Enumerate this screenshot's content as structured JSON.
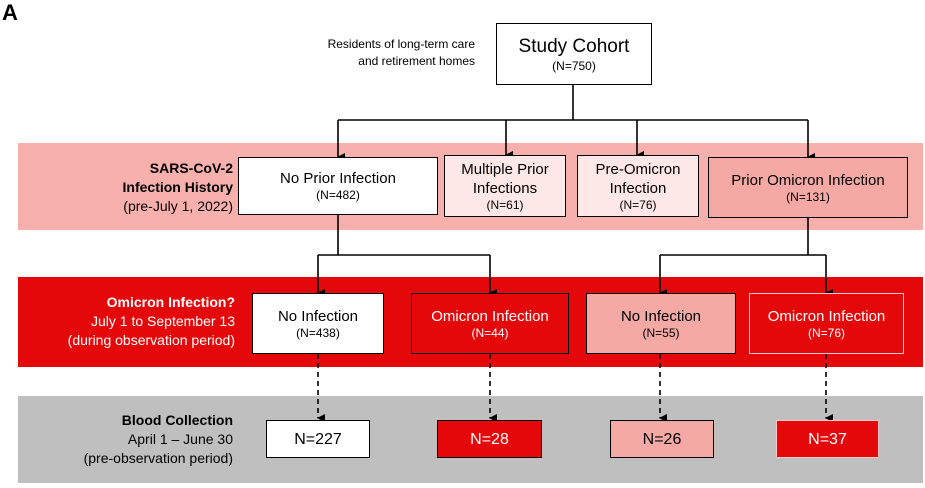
{
  "panel_label": "A",
  "cohort_note": [
    "Residents of long-term care",
    "and retirement homes"
  ],
  "cohort": {
    "title": "Study Cohort",
    "n": "(N=750)"
  },
  "rows": {
    "history": {
      "title_lines": [
        "SARS-CoV-2",
        "Infection History"
      ],
      "sub": "(pre-July 1, 2022)"
    },
    "omicron": {
      "title": "Omicron Infection?",
      "lines": [
        "July 1 to September 13",
        "(during observation period)"
      ]
    },
    "blood": {
      "title": "Blood Collection",
      "lines": [
        "April 1 – June 30",
        "(pre-observation period)"
      ]
    }
  },
  "history_boxes": [
    {
      "lines": [
        "No Prior Infection"
      ],
      "n": "(N=482)"
    },
    {
      "lines": [
        "Multiple Prior",
        "Infections"
      ],
      "n": "(N=61)"
    },
    {
      "lines": [
        "Pre-Omicron",
        "Infection"
      ],
      "n": "(N=76)"
    },
    {
      "lines": [
        "Prior Omicron Infection"
      ],
      "n": "(N=131)"
    }
  ],
  "omicron_boxes": [
    {
      "label": "No Infection",
      "n": "(N=438)"
    },
    {
      "label": "Omicron Infection",
      "n": "(N=44)"
    },
    {
      "label": "No Infection",
      "n": "(N=55)"
    },
    {
      "label": "Omicron Infection",
      "n": "(N=76)"
    }
  ],
  "blood_boxes": [
    "N=227",
    "N=28",
    "N=26",
    "N=37"
  ],
  "colors": {
    "band_history": "#f7b0ab",
    "band_omicron": "#e5080b",
    "band_blood": "#bfbfbf",
    "box_red": "#e5080b",
    "box_pink": "#f4a9a5",
    "box_lightpink": "#fde8e7"
  }
}
